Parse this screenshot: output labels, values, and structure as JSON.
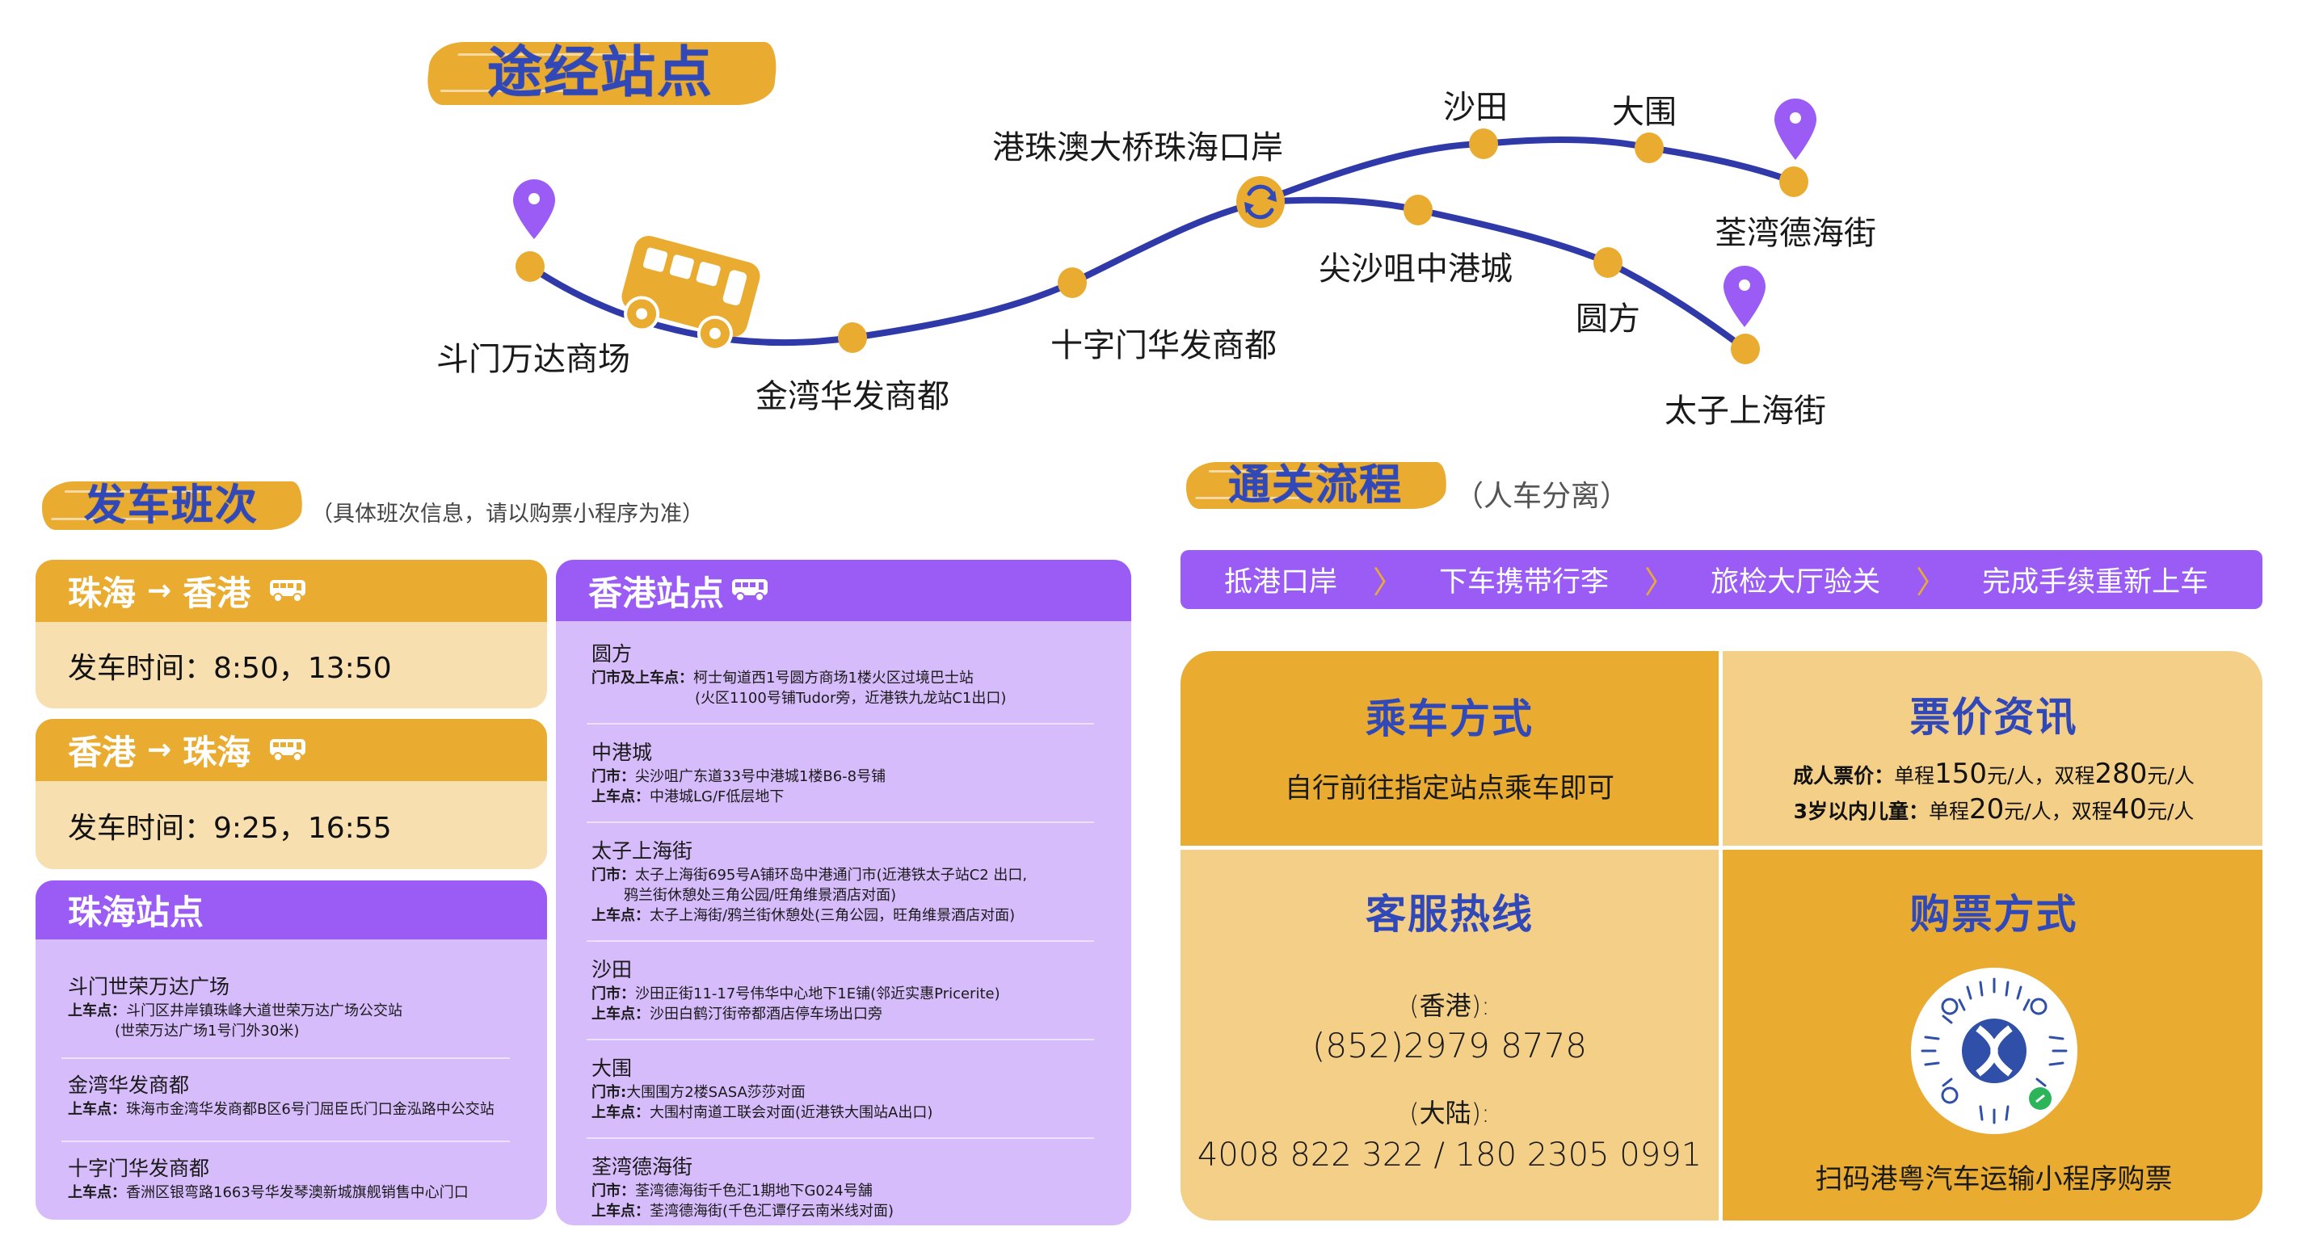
{
  "route_section": {
    "title": "途经站点",
    "stops": {
      "doumen": "斗门万达商场",
      "jinwan": "金湾华发商都",
      "shizimen": "十字门华发商都",
      "bridge": "港珠澳大桥珠海口岸",
      "shatin": "沙田",
      "taiwai": "大围",
      "tsuenwan": "荃湾德海街",
      "tst": "尖沙咀中港城",
      "yuenfong": "圆方",
      "princeedward": "太子上海街"
    }
  },
  "schedule_section": {
    "title": "发车班次",
    "note": "（具体班次信息，请以购票小程序为准）",
    "routes": [
      {
        "from": "珠海",
        "arrow": "→",
        "to": "香港",
        "label": "发车时间：",
        "times": "8:50，13:50"
      },
      {
        "from": "香港",
        "arrow": "→",
        "to": "珠海",
        "label": "发车时间：",
        "times": "9:25，16:55"
      }
    ]
  },
  "zhuhai_stops": {
    "title": "珠海站点",
    "items": [
      {
        "name": "斗门世荣万达广场",
        "pickup_label": "上车点：",
        "pickup": "斗门区井岸镇珠峰大道世荣万达广场公交站",
        "pickup_cont": "(世荣万达广场1号门外30米)"
      },
      {
        "name": "金湾华发商都",
        "pickup_label": "上车点：",
        "pickup": "珠海市金湾华发商都B区6号门屈臣氏门口金泓路中公交站"
      },
      {
        "name": "十字门华发商都",
        "pickup_label": "上车点：",
        "pickup": "香洲区银弯路1663号华发琴澳新城旗舰销售中心门口"
      }
    ]
  },
  "hk_stops": {
    "title": "香港站点",
    "items": [
      {
        "name": "圆方",
        "store_label": "门市及上车点：",
        "store": "柯士甸道西1号圆方商场1楼火区过境巴士站",
        "store_cont": "(火区1100号铺Tudor旁，近港铁九龙站C1出口)"
      },
      {
        "name": "中港城",
        "store_label": "门市：",
        "store": "尖沙咀广东道33号中港城1楼B6-8号铺",
        "pickup_label": "上车点：",
        "pickup": "中港城LG/F低层地下"
      },
      {
        "name": "太子上海街",
        "store_label": "门市：",
        "store": "太子上海街695号A铺环岛中港通门市(近港铁太子站C2 出口,",
        "store_cont": "鸦兰街休憩处三角公园/旺角维景酒店对面)",
        "pickup_label": "上车点：",
        "pickup": "太子上海街/鸦兰街休憩处(三角公园，旺角维景酒店对面)"
      },
      {
        "name": "沙田",
        "store_label": "门市：",
        "store": "沙田正街11-17号伟华中心地下1E铺(邻近实惠Pricerite)",
        "pickup_label": "上车点：",
        "pickup": "沙田白鹤汀街帝都酒店停车场出口旁"
      },
      {
        "name": "大围",
        "store_label": "门市:",
        "store": "大围围方2楼SASA莎莎对面",
        "pickup_label": "上车点：",
        "pickup": "大围村南道工联会对面(近港铁大围站A出口)"
      },
      {
        "name": "荃湾德海街",
        "store_label": "门市：",
        "store": "荃湾德海街千色汇1期地下G024号舗",
        "pickup_label": "上车点：",
        "pickup": "荃湾德海街(千色汇谭仔云南米线对面)"
      }
    ]
  },
  "clearance_section": {
    "title": "通关流程",
    "note": "（人车分离）",
    "steps": [
      "抵港口岸",
      "下车携带行李",
      "旅检大厅验关",
      "完成手续重新上车"
    ],
    "separator": "〉"
  },
  "info_cards": {
    "boarding": {
      "title": "乘车方式",
      "text": "自行前往指定站点乘车即可"
    },
    "pricing": {
      "title": "票价资讯",
      "adult": {
        "label": "成人票价：",
        "single_prefix": "单程",
        "single": "150",
        "unit": "元/人，",
        "double_prefix": "双程",
        "double": "280",
        "unit2": "元/人"
      },
      "child": {
        "label": "3岁以内儿童：",
        "single_prefix": "单程",
        "single": "20",
        "unit": "元/人，",
        "double_prefix": "双程",
        "double": "40",
        "unit2": "元/人"
      }
    },
    "hotline": {
      "title": "客服热线",
      "hk_label": "(香港):",
      "hk_number": "(852)2979 8778",
      "mainland_label": "(大陆):",
      "mainland_number": "4008 822 322 / 180 2305 0991"
    },
    "purchase": {
      "title": "购票方式",
      "text": "扫码港粤汽车运输小程序购票"
    }
  },
  "colors": {
    "brand_yellow": "#e9ac31",
    "light_yellow": "#f3cf88",
    "pale_yellow": "#f7dfb0",
    "purple": "#9b5cf6",
    "light_purple": "#d7bcfb",
    "navy_line": "#2f3aa8",
    "title_blue": "#3048b8"
  }
}
